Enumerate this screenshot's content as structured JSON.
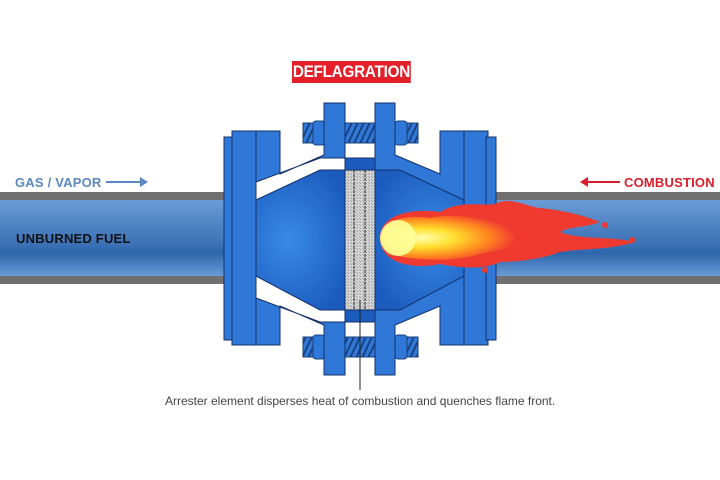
{
  "title": "DEFLAGRATION",
  "labels": {
    "inlet": "GAS / VAPOR",
    "outlet": "COMBUSTION",
    "pipe_content": "UNBURNED FUEL"
  },
  "caption": "Arrester element disperses heat of combustion and quenches flame front.",
  "colors": {
    "title_bg": "#e3202a",
    "inlet_arrow": "#5b87c2",
    "outlet_arrow": "#d81e2a",
    "body_blue": "#2f78d8",
    "pipe_blue": "#4f86c6",
    "pipe_edge": "#707070",
    "element_gray": "#c8c8c8"
  },
  "icons": {
    "inlet_arrow": "arrow-right-icon",
    "outlet_arrow": "arrow-left-icon",
    "flame": "flame-icon"
  }
}
